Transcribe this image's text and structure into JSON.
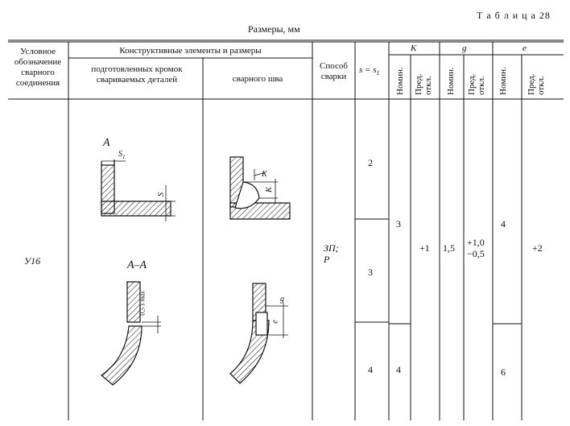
{
  "table_label": "Т а б л и ц а  28",
  "caption": "Размеры, мм",
  "headers": {
    "designation": "Условное обозначение сварного соединения",
    "structural_group": "Конструктивные элементы и размеры",
    "prepared_edges": "подготовленных кромок свариваемых деталей",
    "weld_seam": "сварного шва",
    "welding_method": "Способ сварки",
    "s_eq": "s = s",
    "s_eq_sub": "1",
    "K": "K",
    "g": "g",
    "e": "e",
    "nom": "Номин.",
    "tol": "Пред. откл."
  },
  "row": {
    "designation": "У16",
    "method_line1": "ЗП;",
    "method_line2": "Р",
    "s_values": [
      "2",
      "3",
      "4"
    ],
    "K_nom": [
      "3",
      "4"
    ],
    "K_tol": "+1",
    "g_nom": "1,5",
    "g_tol_line1": "+1,0",
    "g_tol_line2": "−0,5",
    "e_nom": [
      "4",
      "6"
    ],
    "e_tol": "+2"
  },
  "drawing_labels": {
    "view_A": "A",
    "s1": "S",
    "s1_sub": "1",
    "s": "S",
    "section": "A–A",
    "k1": "K",
    "k2": "K",
    "g": "g",
    "e": "e",
    "half_smax": "0,5 s max"
  }
}
